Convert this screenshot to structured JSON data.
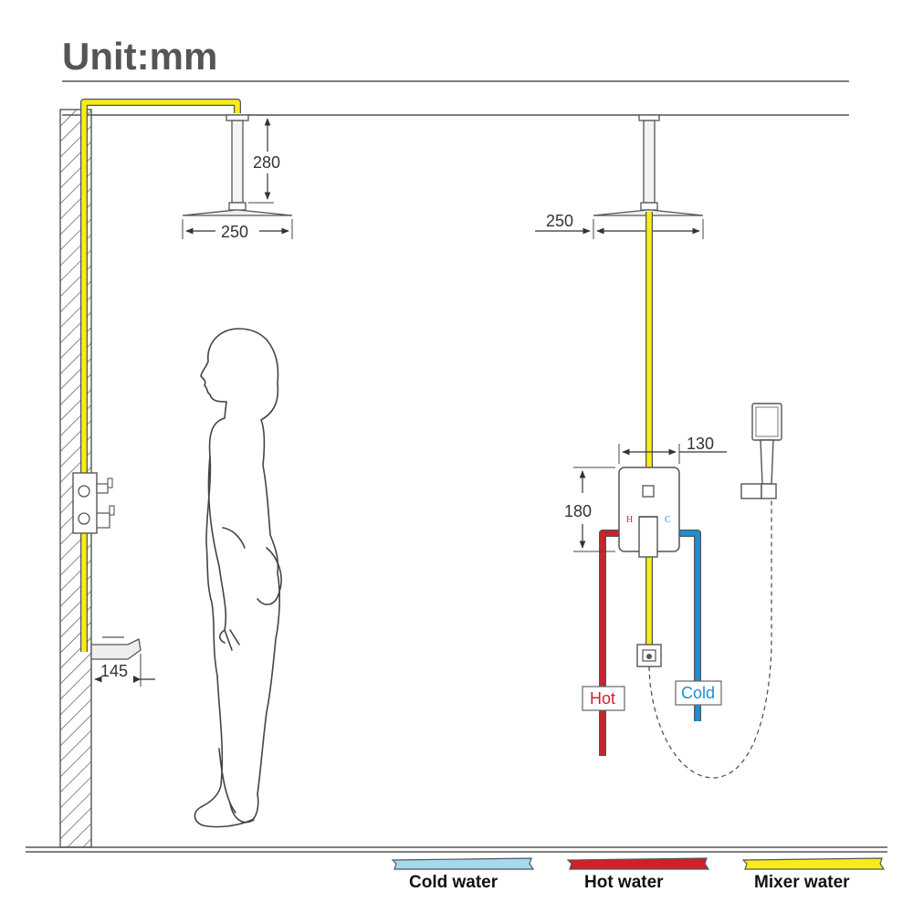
{
  "title": "Unit:mm",
  "colors": {
    "cold": "#1e8fd0",
    "cold_light": "#a6d8f0",
    "hot": "#d0202a",
    "mixer": "#f7ec19",
    "line": "#444444"
  },
  "left_install": {
    "rain_arm_drop": "280",
    "rain_head_width": "250",
    "spout_projection": "145"
  },
  "right_install": {
    "rain_head_width": "250",
    "valve_plate_width": "130",
    "valve_plate_height": "180",
    "valve_hot_mark": "H",
    "valve_cold_mark": "C",
    "hot_label": "Hot",
    "cold_label": "Cold"
  },
  "legend": [
    {
      "label": "Cold water",
      "color": "#a6d8f0"
    },
    {
      "label": "Hot water",
      "color": "#d0202a"
    },
    {
      "label": "Mixer water",
      "color": "#f7ec19"
    }
  ]
}
